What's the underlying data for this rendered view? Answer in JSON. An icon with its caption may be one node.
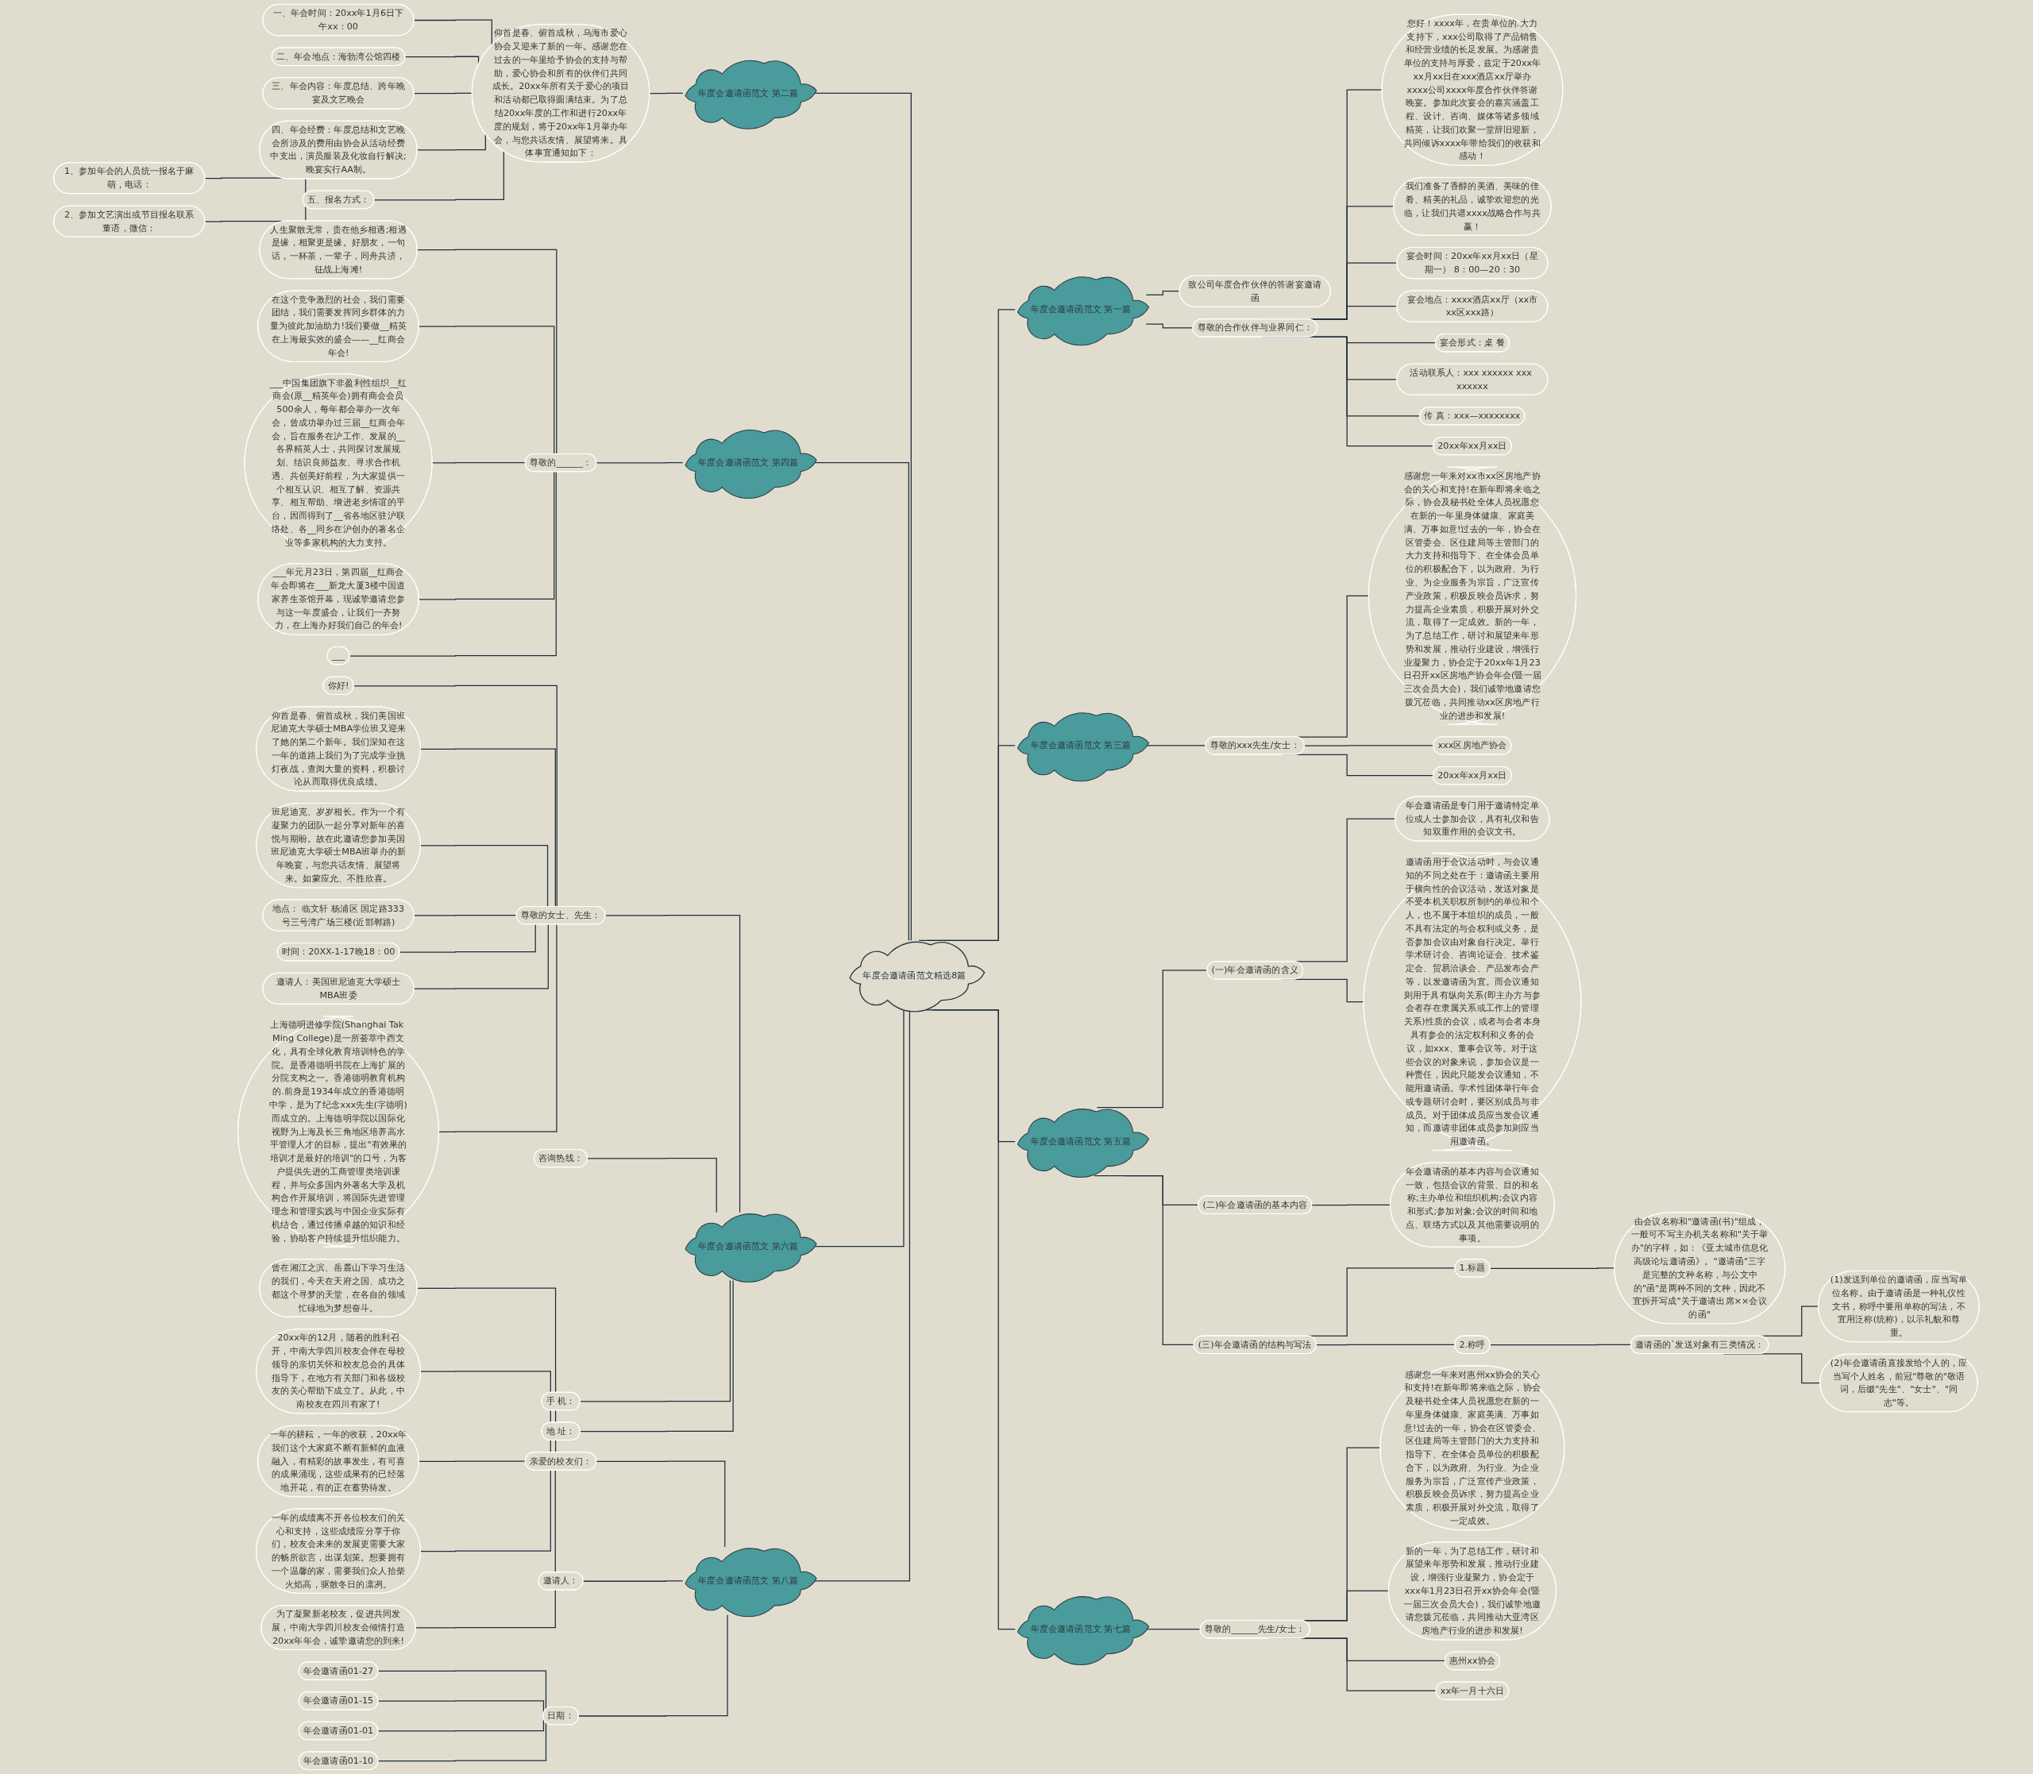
{
  "diagram": {
    "nodes": [
      {
        "text": [
          "年度会邀请函范文精选8篇"
        ]
      },
      {
        "text": [
          "年度会邀请函范文 第一篇"
        ]
      },
      {
        "text": [
          "致公司年度合作伙伴的答谢宴邀请函"
        ]
      },
      {
        "text": [
          "尊敬的合作伙伴与业界同仁："
        ]
      },
      {
        "text": [
          "您好！xxxx年，在贵单位的.大力支持下，xxx公司取得了产品销售和经营业绩的长足发展。为感谢贵单位的支持与厚爱，兹定于20xx年xx月xx日在xxx酒店xx厅举办xxxx公司xxxx年度合作伙伴答谢晚宴。参加此次宴会的嘉宾涵盖工程、设计、咨询、媒体等诸多领域精英，让我们欢聚一堂辞旧迎新，共同倾诉xxxx年带给我们的收获和感动！"
        ]
      },
      {
        "text": [
          "我们准备了香醇的美酒、美味的佳肴、精美的礼品，诚挚欢迎您的光临，让我们共谱xxxx战略合作与共赢！"
        ]
      },
      {
        "text": [
          "宴会时间：20xx年xx月xx日（星期一） 8：00—20：30"
        ]
      },
      {
        "text": [
          "宴会地点：xxxx酒店xx厅（xx市xx区xxx路）"
        ]
      },
      {
        "text": [
          "宴会形式：桌 餐"
        ]
      },
      {
        "text": [
          "活动联系人：xxx xxxxxx xxx xxxxxx"
        ]
      },
      {
        "text": [
          "传 真：xxx—xxxxxxxx"
        ]
      },
      {
        "text": [
          "20xx年xx月xx日"
        ]
      },
      {
        "text": [
          "年度会邀请函范文 第三篇"
        ]
      },
      {
        "text": [
          "尊敬的xxx先生/女士："
        ]
      },
      {
        "text": [
          "感谢您一年来对xx市xx区房地产协会的关心和支持!在新年即将来临之际，协会及秘书处全体人员祝愿您在新的一年里身体健康、家庭美满、万事如意!过去的一年，协会在区管委会、区住建局等主管部门的大力支持和指导下、在全体会员单位的积极配合下，以为政府、为行业、为企业服务为宗旨，广泛宣传产业政策，积极反映会员诉求，努力提高企业素质，积极开展对外交流，取得了一定成效。新的一年，为了总结工作，研讨和展望来年形势和发展，推动行业建设，增强行业凝聚力，协会定于20xx年1月23日召开xx区房地产协会年会(暨一届三次会员大会)，我们诚挚地邀请您拨冗莅临，共同推动xx区房地产行业的进步和发展!"
        ]
      },
      {
        "text": [
          "xxx区房地产协会"
        ]
      },
      {
        "text": [
          "20xx年xx月xx日"
        ]
      },
      {
        "text": [
          "年度会邀请函范文 第五篇"
        ]
      },
      {
        "text": [
          "(一)年会邀请函的含义"
        ]
      },
      {
        "text": [
          "年会邀请函是专门用于邀请特定单位或人士参加会议，具有礼仪和告知双重作用的会议文书。"
        ]
      },
      {
        "text": [
          "邀请函用于会议活动时，与会议通知的不同之处在于：邀请函主要用于横向性的会议活动，发送对象是不受本机关职权所制约的单位和个人，也不属于本组织的成员，一般不具有法定的与会权利或义务，是否参加会议由对象自行决定。举行学术研讨会、咨询论证会、技术鉴定会、贸易洽谈会、产品发布会产等，以发邀请函为宜。而会议通知则用于具有纵向关系(即主办方与参会者存在隶属关系或工作上的管理关系)性质的会议，或者与会者本身具有参会的法定权利和义务的会议，如xxx、董事会议等。对于这些会议的对象来说，参加会议是一种责任，因此只能发会议通知，不能用邀请函。学术性团体举行年会或专题研讨会时，要区别成员与非成员。对于团体成员应当发会议通知，而邀请非团体成员参加则应当用邀请函。"
        ]
      },
      {
        "text": [
          "(二)年会邀请函的基本内容"
        ]
      },
      {
        "text": [
          "年会邀请函的基本内容与会议通知一致，包括会议的背景、目的和名称;主办单位和组织机构;会议内容和形式;参加对象;会议的时间和地点、联络方式以及其他需要说明的事项。"
        ]
      },
      {
        "text": [
          "(三)年会邀请函的结构与写法"
        ]
      },
      {
        "text": [
          "1.标题"
        ]
      },
      {
        "text": [
          "由会议名称和\"邀请函(书)\"组成，一般可不写主办机关名称和\"关于举办\"的字样，如：《亚太城市信息化高级论坛邀请函》。\"邀请函\"三字是完整的文种名称，与公文中的\"函\"是两种不同的文种，因此不宜拆开写成\"关于邀请出席××会议的函\""
        ]
      },
      {
        "text": [
          "2.称呼"
        ]
      },
      {
        "text": [
          "邀请函的`发送对象有三类情况："
        ]
      },
      {
        "text": [
          "(1)发送到单位的邀请函，应当写单位名称。由于邀请函是一种礼仪性文书，称呼中要用单称的写法，不宜用泛称(统称)，以示礼貌和尊重。"
        ]
      },
      {
        "text": [
          "(2)年会邀请函直接发给个人的，应当写个人姓名，前冠\"尊敬的\"敬语词，后缀\"先生\"、\"女士\"、\"同志\"等。"
        ]
      },
      {
        "text": [
          "年度会邀请函范文 第七篇"
        ]
      },
      {
        "text": [
          "尊敬的______先生/女士："
        ]
      },
      {
        "text": [
          "感谢您一年来对惠州xx协会的关心和支持!在新年即将来临之际，协会及秘书处全体人员祝愿您在新的一年里身体健康、家庭美满、万事如意!过去的一年，协会在区管委会、区住建局等主管部门的大力支持和指导下、在全体会员单位的积极配合下，以为政府、为行业、为企业服务为宗旨，广泛宣传产业政策，积极反映会员诉求，努力提高企业素质，积极开展对外交流，取得了一定成效。"
        ]
      },
      {
        "text": [
          "新的一年，为了总结工作，研讨和展望来年形势和发展，推动行业建设，增强行业凝聚力，协会定于xxx年1月23日召开xx协会年会(暨一届三次会员大会)，我们诚挚地邀请您拨冗莅临，共同推动大亚湾区房地产行业的进步和发展!"
        ]
      },
      {
        "text": [
          "惠州xx协会"
        ]
      },
      {
        "text": [
          "xx年一月十六日"
        ]
      },
      {
        "text": [
          "年度会邀请函范文 第二篇"
        ]
      },
      {
        "text": [
          "仰首是春、俯首成秋，乌海市爱心协会又迎来了新的一年。感谢您在过去的一年里给予协会的支持与帮助，爱心协会和所有的伙伴们共同成长。20xx年所有关于爱心的项目和活动都已取得圆满结束。为了总结20xx年度的工作和进行20xx年度的规划，将于20xx年1月举办年会，与您共话友情、展望将来。具体事宜通知如下："
        ]
      },
      {
        "text": [
          "一、年会时间：20xx年1月6日下午xx：00"
        ]
      },
      {
        "text": [
          "二、年会地点：海勃湾公馆四楼"
        ]
      },
      {
        "text": [
          "三、年会内容：年度总结、跨年晚宴及文艺晚会"
        ]
      },
      {
        "text": [
          "四、年会经费：年度总结和文艺晚会所涉及的费用由协会从活动经费中支出，演员服装及化妆自行解决;晚宴实行AA制。"
        ]
      },
      {
        "text": [
          "五、报名方式："
        ]
      },
      {
        "text": [
          "1、参加年会的人员统一报名于麻萌，电话："
        ]
      },
      {
        "text": [
          "2、参加文艺演出或节目报名联系董语，微信："
        ]
      },
      {
        "text": [
          "年度会邀请函范文 第四篇"
        ]
      },
      {
        "text": [
          "尊敬的______："
        ]
      },
      {
        "text": [
          "人生聚散无常，贵在他乡相遇;相遇是缘，相聚更是缘。好朋友，一句话，一杯茶，一辈子，同舟共济，征战上海滩!"
        ]
      },
      {
        "text": [
          "在这个竞争激烈的社会，我们需要团结，我们需要发挥同乡群体的力量为彼此加油助力!我们要做__精英在上海最实效的盛会——__红商会年会!"
        ]
      },
      {
        "text": [
          "___中国集团旗下非盈利性组织__红商会(原__精英年会)拥有商会会员500余人，每年都会举办一次年会，曾成功举办过三届__红商会年会，旨在服务在沪工作、发展的__各界精英人士，共同探讨发展规划、结识良师益友、寻求合作机遇、共创美好前程，为大家提供一个相互认识、相互了解、资源共享、相互帮助、增进老乡情谊的平台，因而得到了__省各地区驻沪联络处、各__同乡在沪创办的著名企业等多家机构的大力支持。"
        ]
      },
      {
        "text": [
          "___年元月23日，第四届__红商会年会即将在___新龙大厦3楼中国道家养生茶馆开幕，现诚挚邀请您参与这一年度盛会，让我们一齐努力，在上海办好我们自己的年会!"
        ]
      },
      {
        "text": [
          "___"
        ]
      },
      {
        "text": [
          "年度会邀请函范文 第六篇"
        ]
      },
      {
        "text": [
          "尊敬的女士、先生："
        ]
      },
      {
        "text": [
          "你好!"
        ]
      },
      {
        "text": [
          "仰首是春、俯首成秋，我们美国班尼迪克大学硕士MBA学位班又迎来了她的第二个新年。我们深知在这一年的道路上我们为了完成学业挑灯夜战，查阅大量的资料，积极讨论从而取得优良成绩。"
        ]
      },
      {
        "text": [
          "班尼迪克、岁岁相长。作为一个有凝聚力的团队一起分享对新年的喜悦与期盼。故在此邀请您参加美国班尼迪克大学硕士MBA班举办的新年晚宴，与您共话友情、展望将来。如蒙应允、不胜欣喜。"
        ]
      },
      {
        "text": [
          "地点： 临文轩 杨浦区 国定路333号三号湾广场三楼(近邯郸路)"
        ]
      },
      {
        "text": [
          "时间：20XX-1-17晚18：00"
        ]
      },
      {
        "text": [
          "邀请人：美国班尼迪克大学硕士MBA班委"
        ]
      },
      {
        "text": [
          "上海德明进修学院(Shanghai Tak Ming College)是一所荟萃中西文化，具有全球化教育培训特色的学院。是香港德明书院在上海扩展的分院支构之一。香港德明教育机构的.前身是1934年成立的香港德明中学，是为了纪念xxx先生(字德明)而成立的。上海德明学院以国际化视野为上海及长三角地区培养高水平管理人才的目标，提出\"有效果的培训才是最好的培训\"的口号，为客户提供先进的工商管理类培训课程，并与众多国内外著名大学及机构合作开展培训，将国际先进管理理念和管理实践与中国企业实际有机结合，通过传播卓越的知识和经验，协助客户持续提升组织能力。"
        ]
      },
      {
        "text": [
          "咨询热线："
        ]
      },
      {
        "text": [
          "手 机："
        ]
      },
      {
        "text": [
          "地 址："
        ]
      },
      {
        "text": [
          "年度会邀请函范文 第八篇"
        ]
      },
      {
        "text": [
          "亲爱的校友们："
        ]
      },
      {
        "text": [
          "曾在湘江之滨、岳麓山下学习生活的我们，今天在天府之国、成功之都这个寻梦的天堂，在各自的领域忙碌地为梦想奋斗。"
        ]
      },
      {
        "text": [
          "20xx年的12月，随着的胜利召开，中南大学四川校友会伴在母校领导的亲切关怀和校友总会的具体指导下，在地方有关部门和各级校友的关心帮助下成立了。从此，中南校友在四川有家了!"
        ]
      },
      {
        "text": [
          "一年的耕耘，一年的收获，20xx年我们这个大家庭不断有新鲜的血液融入，有精彩的故事发生，有可喜的成果涌现，这些成果有的已经落地开花，有的正在蓄势待发。"
        ]
      },
      {
        "text": [
          "一年的成绩离不开各位校友们的关心和支持，这些成绩应分享于你们，校友会未来的发展更需要大家的畅所欲言，出谋划策。想要拥有一个温馨的家，需要我们众人拾柴火焰高，驱散冬日的凛冽。"
        ]
      },
      {
        "text": [
          "为了凝聚新老校友，促进共同发展，中南大学四川校友会倾情打造20xx年年会，诚挚邀请您的到来!"
        ]
      },
      {
        "text": [
          "邀请人："
        ]
      },
      {
        "text": [
          "日期："
        ]
      },
      {
        "text": [
          "年会邀请函01-27"
        ]
      },
      {
        "text": [
          "年会邀请函01-15"
        ]
      },
      {
        "text": [
          "年会邀请函01-01"
        ]
      },
      {
        "text": [
          "年会邀请函01-10"
        ]
      }
    ],
    "edges": [
      {
        "from": 0,
        "to": 1,
        "arrow": "none"
      },
      {
        "from": 1,
        "to": 2,
        "arrow": "none"
      },
      {
        "from": 1,
        "to": 3,
        "arrow": "none"
      },
      {
        "from": 3,
        "to": 4,
        "arrow": "none"
      },
      {
        "from": 3,
        "to": 5,
        "arrow": "none"
      },
      {
        "from": 3,
        "to": 6,
        "arrow": "none"
      },
      {
        "from": 3,
        "to": 7,
        "arrow": "none"
      },
      {
        "from": 3,
        "to": 8,
        "arrow": "none"
      },
      {
        "from": 3,
        "to": 9,
        "arrow": "none"
      },
      {
        "from": 3,
        "to": 10,
        "arrow": "none"
      },
      {
        "from": 3,
        "to": 11,
        "arrow": "none"
      },
      {
        "from": 0,
        "to": 12,
        "arrow": "none"
      },
      {
        "from": 12,
        "to": 13,
        "arrow": "none"
      },
      {
        "from": 13,
        "to": 14,
        "arrow": "none"
      },
      {
        "from": 13,
        "to": 15,
        "arrow": "none"
      },
      {
        "from": 13,
        "to": 16,
        "arrow": "none"
      },
      {
        "from": 0,
        "to": 17,
        "arrow": "none"
      },
      {
        "from": 17,
        "to": 18,
        "arrow": "none"
      },
      {
        "from": 18,
        "to": 19,
        "arrow": "none"
      },
      {
        "from": 18,
        "to": 20,
        "arrow": "none"
      },
      {
        "from": 17,
        "to": 21,
        "arrow": "none"
      },
      {
        "from": 21,
        "to": 22,
        "arrow": "none"
      },
      {
        "from": 17,
        "to": 23,
        "arrow": "none"
      },
      {
        "from": 23,
        "to": 24,
        "arrow": "none"
      },
      {
        "from": 24,
        "to": 25,
        "arrow": "none"
      },
      {
        "from": 23,
        "to": 26,
        "arrow": "none"
      },
      {
        "from": 26,
        "to": 27,
        "arrow": "none"
      },
      {
        "from": 27,
        "to": 28,
        "arrow": "none"
      },
      {
        "from": 27,
        "to": 29,
        "arrow": "none"
      },
      {
        "from": 0,
        "to": 30,
        "arrow": "none"
      },
      {
        "from": 30,
        "to": 31,
        "arrow": "none"
      },
      {
        "from": 31,
        "to": 32,
        "arrow": "none"
      },
      {
        "from": 31,
        "to": 33,
        "arrow": "none"
      },
      {
        "from": 31,
        "to": 34,
        "arrow": "none"
      },
      {
        "from": 31,
        "to": 35,
        "arrow": "none"
      },
      {
        "from": 0,
        "to": 36,
        "arrow": "none"
      },
      {
        "from": 36,
        "to": 37,
        "arrow": "none"
      },
      {
        "from": 37,
        "to": 38,
        "arrow": "none"
      },
      {
        "from": 37,
        "to": 39,
        "arrow": "none"
      },
      {
        "from": 37,
        "to": 40,
        "arrow": "none"
      },
      {
        "from": 37,
        "to": 41,
        "arrow": "none"
      },
      {
        "from": 37,
        "to": 42,
        "arrow": "none"
      },
      {
        "from": 42,
        "to": 43,
        "arrow": "none"
      },
      {
        "from": 42,
        "to": 44,
        "arrow": "none"
      },
      {
        "from": 0,
        "to": 45,
        "arrow": "none"
      },
      {
        "from": 45,
        "to": 46,
        "arrow": "none"
      },
      {
        "from": 46,
        "to": 47,
        "arrow": "none"
      },
      {
        "from": 46,
        "to": 48,
        "arrow": "none"
      },
      {
        "from": 46,
        "to": 49,
        "arrow": "none"
      },
      {
        "from": 46,
        "to": 50,
        "arrow": "none"
      },
      {
        "from": 46,
        "to": 51,
        "arrow": "none"
      },
      {
        "from": 0,
        "to": 52,
        "arrow": "none"
      },
      {
        "from": 52,
        "to": 53,
        "arrow": "none"
      },
      {
        "from": 53,
        "to": 54,
        "arrow": "none"
      },
      {
        "from": 53,
        "to": 55,
        "arrow": "none"
      },
      {
        "from": 53,
        "to": 56,
        "arrow": "none"
      },
      {
        "from": 53,
        "to": 57,
        "arrow": "none"
      },
      {
        "from": 53,
        "to": 58,
        "arrow": "none"
      },
      {
        "from": 53,
        "to": 59,
        "arrow": "none"
      },
      {
        "from": 53,
        "to": 60,
        "arrow": "none"
      },
      {
        "from": 52,
        "to": 61,
        "arrow": "none"
      },
      {
        "from": 52,
        "to": 62,
        "arrow": "none"
      },
      {
        "from": 52,
        "to": 63,
        "arrow": "none"
      },
      {
        "from": 0,
        "to": 64,
        "arrow": "none"
      },
      {
        "from": 64,
        "to": 65,
        "arrow": "none"
      },
      {
        "from": 65,
        "to": 66,
        "arrow": "none"
      },
      {
        "from": 65,
        "to": 67,
        "arrow": "none"
      },
      {
        "from": 65,
        "to": 68,
        "arrow": "none"
      },
      {
        "from": 65,
        "to": 69,
        "arrow": "none"
      },
      {
        "from": 65,
        "to": 70,
        "arrow": "none"
      },
      {
        "from": 64,
        "to": 71,
        "arrow": "none"
      },
      {
        "from": 64,
        "to": 72,
        "arrow": "none"
      },
      {
        "from": 72,
        "to": 73,
        "arrow": "none"
      },
      {
        "from": 72,
        "to": 74,
        "arrow": "none"
      },
      {
        "from": 72,
        "to": 75,
        "arrow": "none"
      },
      {
        "from": 72,
        "to": 76,
        "arrow": "none"
      }
    ]
  }
}
